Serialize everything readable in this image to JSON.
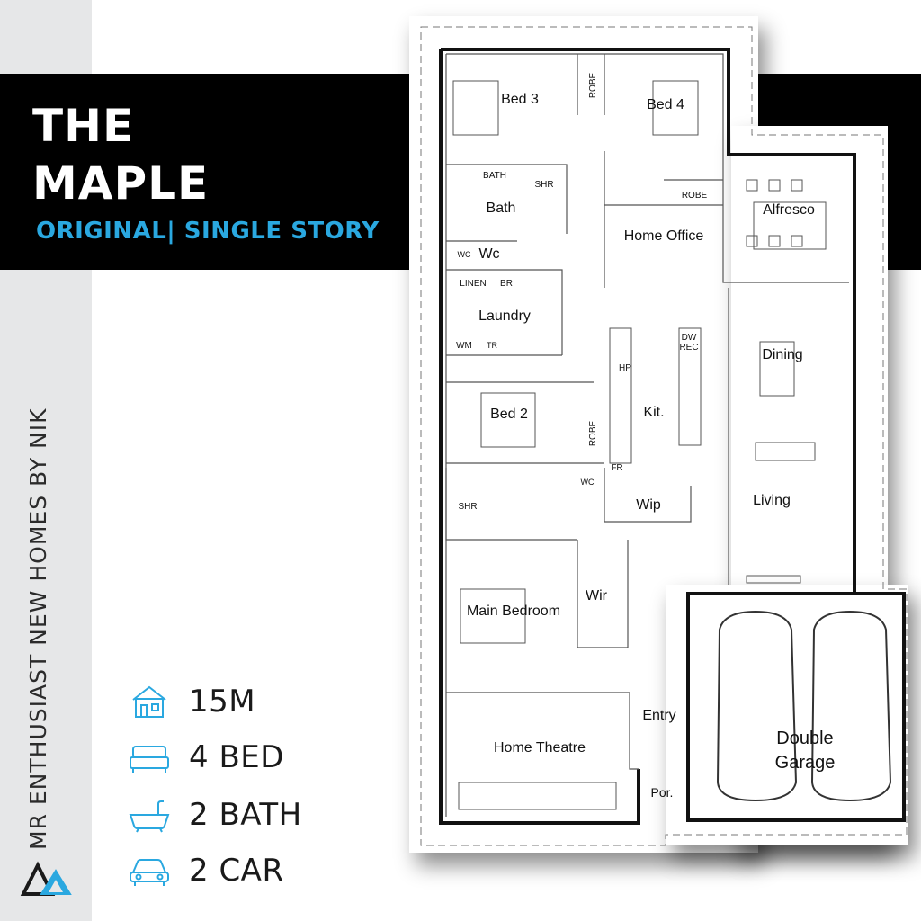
{
  "brand": {
    "title_line1": "THE",
    "title_line2": "MAPLE",
    "subtitle": "ORIGINAL| SINGLE STORY",
    "vertical_text": "MR ENTHUSIAST NEW HOMES BY NIK",
    "accent_color": "#2aa8e0"
  },
  "specs": [
    {
      "icon": "house-width-icon",
      "label": "15M"
    },
    {
      "icon": "bed-icon",
      "label": "4 BED"
    },
    {
      "icon": "bathtub-icon",
      "label": "2 BATH"
    },
    {
      "icon": "car-icon",
      "label": "2 CAR"
    }
  ],
  "rooms": {
    "bed3": "Bed 3",
    "bed4": "Bed 4",
    "robe_a": "ROBE",
    "robe_b": "ROBE",
    "robe_c": "ROBE",
    "bath_tub": "BATH",
    "shr_a": "SHR",
    "shr_b": "SHR",
    "bath": "Bath",
    "alfresco": "Alfresco",
    "home_office": "Home Office",
    "wc_symbol_a": "WC",
    "wc": "Wc",
    "wc_symbol_b": "WC",
    "linen": "LINEN",
    "br": "BR",
    "laundry": "Laundry",
    "wm": "WM",
    "tr": "TR",
    "dw": "DW",
    "rec": "REC",
    "dining": "Dining",
    "hp": "HP",
    "bed2": "Bed 2",
    "kit": "Kit.",
    "fr": "FR",
    "wip": "Wip",
    "living": "Living",
    "wir": "Wir",
    "main_bedroom": "Main Bedroom",
    "double_garage_1": "Double",
    "double_garage_2": "Garage",
    "entry": "Entry",
    "home_theatre": "Home Theatre",
    "porch": "Por."
  }
}
